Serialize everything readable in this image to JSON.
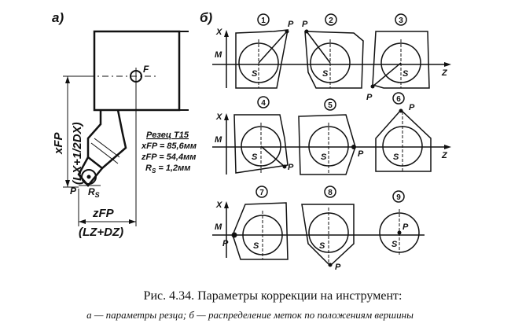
{
  "panel_a": {
    "label": "a)",
    "point_f": "F",
    "point_p": "P",
    "rs_label": "R",
    "rs_sub": "S",
    "dim_vertical_1": "xFP",
    "dim_vertical_2": "(LX+1/2DX)",
    "dim_horizontal_1": "zFP",
    "dim_horizontal_2": "(LZ+DZ)",
    "params": {
      "title": "Резец T15",
      "xfp": "xFP = 85,6мм",
      "zfp": "zFP = 54,4мм",
      "rs_label": "R",
      "rs_sub": "S",
      "rs_value": " = 1,2мм"
    }
  },
  "panel_b": {
    "label": "б)",
    "axis_x": "X",
    "axis_z": "Z",
    "point_m": "M",
    "point_s": "S",
    "point_p": "P",
    "positions": [
      "1",
      "2",
      "3",
      "4",
      "5",
      "6",
      "7",
      "8",
      "9"
    ]
  },
  "caption": {
    "line1": "Рис. 4.34. Параметры коррекции на инструмент:",
    "line2": "а — параметры резца; б — распределение меток по положениям вершины"
  },
  "colors": {
    "ink": "#111111",
    "background": "#ffffff"
  }
}
